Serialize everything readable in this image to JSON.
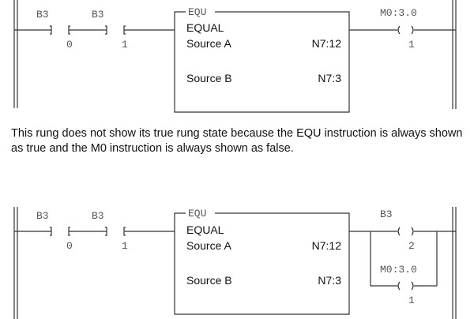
{
  "rung1": {
    "contacts": [
      {
        "file": "B3",
        "bit": "0"
      },
      {
        "file": "B3",
        "bit": "1"
      }
    ],
    "equ": {
      "tag": "EQU",
      "title": "EQUAL",
      "source_a_label": "Source A",
      "source_a_value": "N7:12",
      "source_b_label": "Source B",
      "source_b_value": "N7:3"
    },
    "coils": [
      {
        "address": "M0:3.0",
        "bit": "1"
      }
    ]
  },
  "note": "This rung does not show its true rung state because the EQU instruction is always shown as true and the M0 instruction is always shown as false.",
  "rung2": {
    "contacts": [
      {
        "file": "B3",
        "bit": "0"
      },
      {
        "file": "B3",
        "bit": "1"
      }
    ],
    "equ": {
      "tag": "EQU",
      "title": "EQUAL",
      "source_a_label": "Source A",
      "source_a_value": "N7:12",
      "source_b_label": "Source B",
      "source_b_value": "N7:3"
    },
    "coils": [
      {
        "address": "B3",
        "bit": "2"
      },
      {
        "address": "M0:3.0",
        "bit": "1"
      }
    ]
  }
}
